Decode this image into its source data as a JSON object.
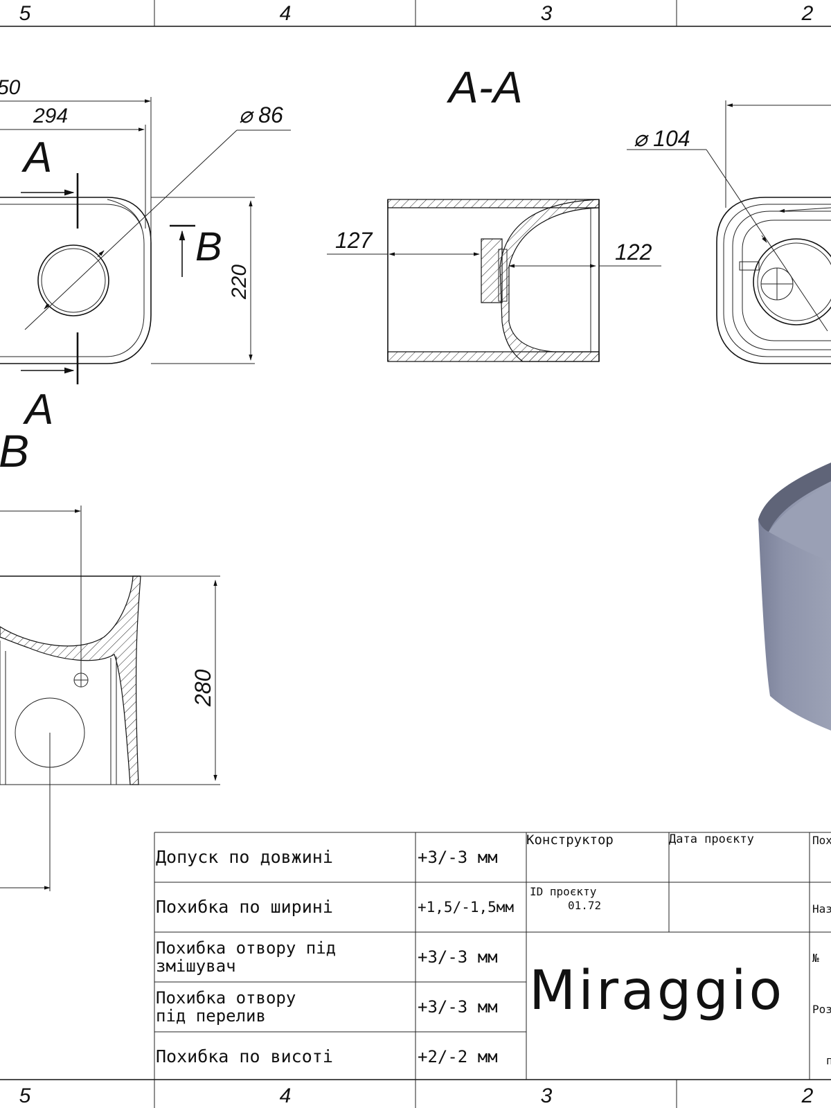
{
  "frame": {
    "zones_top": [
      "5",
      "4",
      "3",
      "2"
    ],
    "zones_bottom": [
      "5",
      "4",
      "3",
      "2"
    ]
  },
  "views": {
    "top_view": {
      "dim_partial": "50",
      "dim_294": "294",
      "dim_diameter": "⌀ 86",
      "dim_220": "220",
      "section_mark_top": "A",
      "section_mark_bottom": "A",
      "view_mark": "B"
    },
    "section_aa": {
      "title": "A-A",
      "dim_127": "127",
      "dim_122": "122"
    },
    "bottom_view": {
      "dim_diameter": "⌀ 104"
    },
    "view_b": {
      "title": "B",
      "dim_280": "280"
    }
  },
  "title_block": {
    "tolerances": [
      {
        "label": [
          "Допуск по довжині"
        ],
        "value": "+3/-3 мм"
      },
      {
        "label": [
          "Похибка по ширині"
        ],
        "value": "+1,5/-1,5мм"
      },
      {
        "label": [
          "Похибка отвору під",
          "змішувач"
        ],
        "value": "+3/-3 мм"
      },
      {
        "label": [
          "Похибка отвору",
          "під перелив"
        ],
        "value": "+3/-3 мм"
      },
      {
        "label": [
          "Похибка по висоті"
        ],
        "value": "+2/-2 мм"
      }
    ],
    "designer_label": "Конструктор",
    "project_date_label": "Дата проєкту",
    "project_id_label": "ID проєкту",
    "project_id_value": "01.72",
    "right_cut": [
      "Пох",
      "Наз",
      "№",
      "Роз",
      "п"
    ],
    "brand": "Miraggio"
  },
  "colors": {
    "line": "#111111",
    "render_fill": "#8a91a8",
    "render_dark": "#5f6478"
  }
}
